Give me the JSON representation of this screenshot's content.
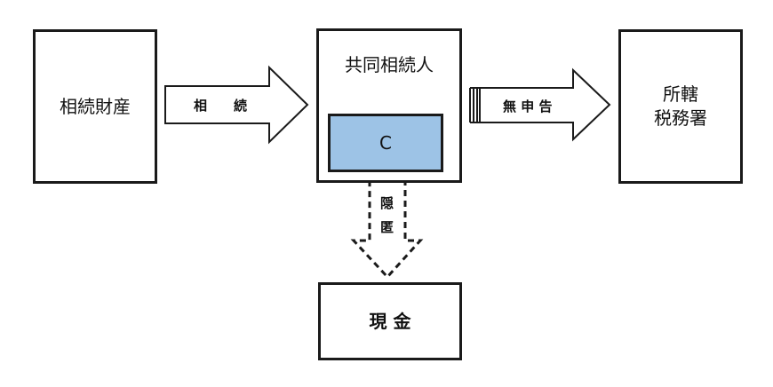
{
  "diagram": {
    "boxes": {
      "inherited_property": "相続財産",
      "joint_heirs": "共同相続人",
      "c_box": "C",
      "tax_office_line1": "所轄",
      "tax_office_line2": "税務署",
      "cash": "現 金"
    },
    "arrows": {
      "inheritance": "相　　続",
      "no_filing": "無 申 告",
      "concealment_1": "隠",
      "concealment_2": "匿"
    },
    "colors": {
      "c_box_fill": "#9dc3e6",
      "stroke": "#1a1a1a"
    }
  }
}
